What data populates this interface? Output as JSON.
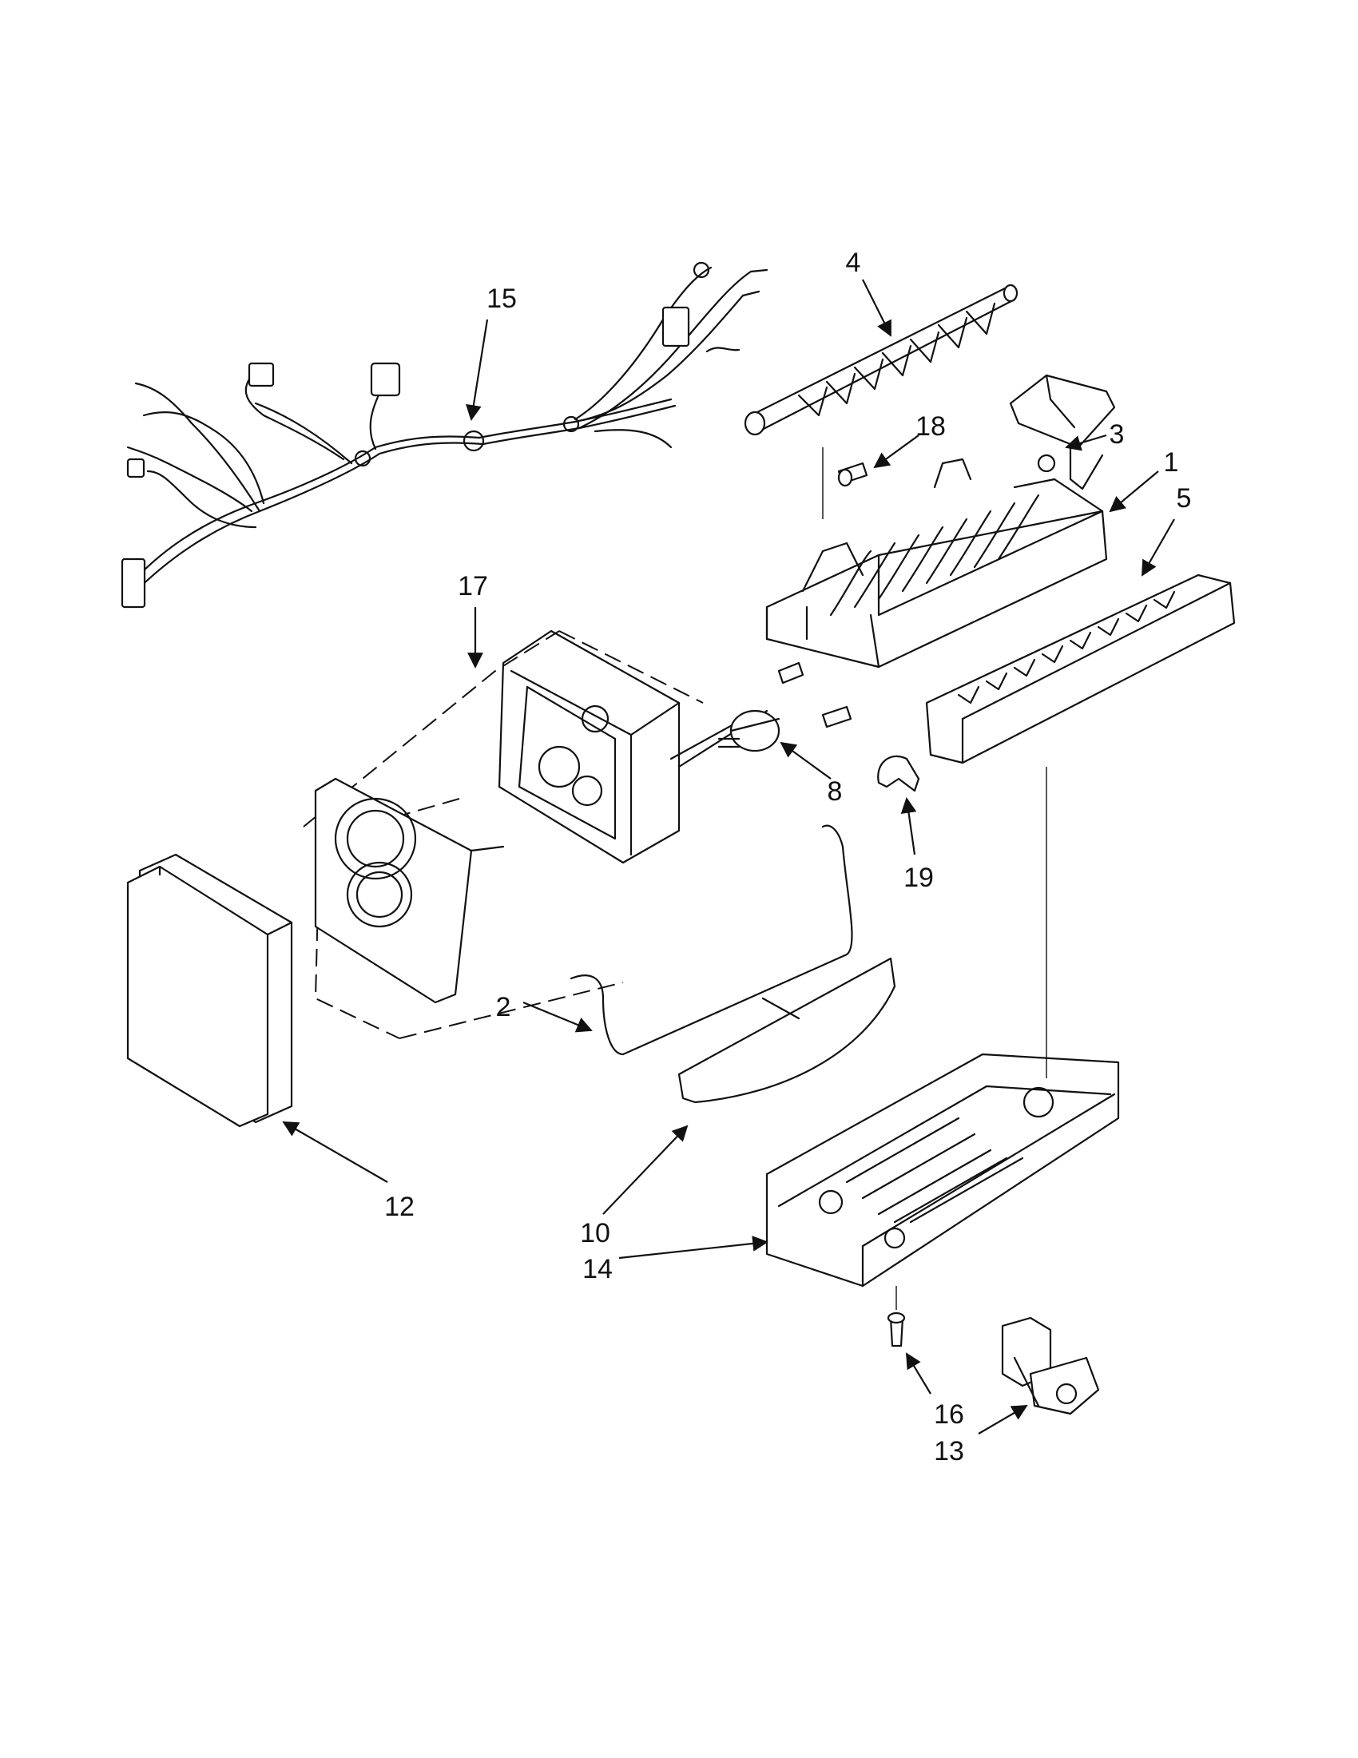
{
  "callouts": {
    "c1": "1",
    "c2": "2",
    "c3": "3",
    "c4": "4",
    "c5": "5",
    "c8": "8",
    "c10": "10",
    "c12": "12",
    "c13": "13",
    "c14": "14",
    "c15": "15",
    "c16": "16",
    "c17": "17",
    "c18": "18",
    "c19": "19"
  },
  "colors": {
    "line": "#111111",
    "background": "#ffffff"
  }
}
